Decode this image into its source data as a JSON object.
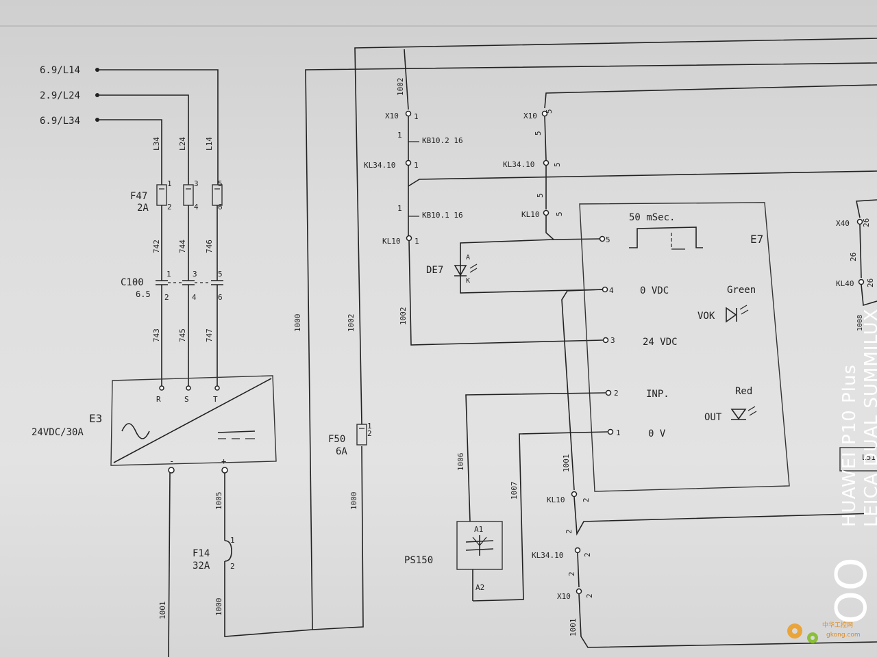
{
  "terminals_left": [
    "6.9/L14",
    "2.9/L24",
    "6.9/L34"
  ],
  "wires": {
    "l34": "L34",
    "l24": "L24",
    "l14": "L14",
    "w742": "742",
    "w744": "744",
    "w746": "746",
    "w743": "743",
    "w745": "745",
    "w747": "747",
    "w1000a": "1000",
    "w1002a": "1002",
    "w1002b": "1002",
    "w1002c": "1002",
    "w1005": "1005",
    "w1000b": "1000",
    "w1001a": "1001",
    "w1000c": "1000",
    "w1006": "1006",
    "w1007": "1007",
    "w1001b": "1001",
    "w1001c": "1001"
  },
  "fuse_f47": {
    "name": "F47",
    "rating": "2A",
    "pins": [
      "1",
      "2",
      "3",
      "4",
      "5",
      "6"
    ]
  },
  "cap_c100": {
    "name": "C100",
    "value": "6.5",
    "pins": [
      "1",
      "2",
      "3",
      "4",
      "5",
      "6"
    ]
  },
  "psu_e3": {
    "name": "E3",
    "rating": "24VDC/30A",
    "phases": [
      "R",
      "S",
      "T"
    ],
    "minus": "-",
    "plus": "+"
  },
  "fuse_f50": {
    "name": "F50",
    "rating": "6A",
    "pin1": "1",
    "pin2": "2"
  },
  "fuse_f14": {
    "name": "F14",
    "rating": "32A",
    "pin1": "1",
    "pin2": "2"
  },
  "col1": {
    "x10": "X10",
    "x10_pin": "1",
    "wire1": "1",
    "kb102": "KB10.2 16",
    "kl3410": "KL34.10",
    "kl3410_pin": "1",
    "wire1b": "1",
    "kb101": "KB10.1 16",
    "kl10": "KL10",
    "kl10_pin": "1"
  },
  "col2": {
    "x10": "X10",
    "x10_pin": "5",
    "wire5a": "5",
    "kl3410": "KL34.10",
    "kl3410_pin": "5",
    "wire5b": "5",
    "kl10": "KL10",
    "kl10_pin": "5"
  },
  "de7": {
    "name": "DE7",
    "anode": "A",
    "cathode": "K"
  },
  "e7": {
    "name": "E7",
    "timing": "50 mSec.",
    "pins": [
      {
        "num": "5",
        "label": ""
      },
      {
        "num": "4",
        "label": "0 VDC"
      },
      {
        "num": "3",
        "label": "24 VDC"
      },
      {
        "num": "2",
        "label": "INP."
      },
      {
        "num": "1",
        "label": "0 V"
      }
    ],
    "vok_color": "Green",
    "vok": "VOK",
    "out_color": "Red",
    "out": "OUT"
  },
  "ps150": {
    "name": "PS150",
    "a1": "A1",
    "a2": "A2"
  },
  "col_bottom": {
    "kl10": "KL10",
    "kl10_pin": "2",
    "wire2": "2",
    "kl3410": "KL34.10",
    "kl3410_pin": "2",
    "wire2b": "2",
    "x10": "X10",
    "x10_pin": "2"
  },
  "right_edge": {
    "x40": "X40",
    "x40_pin": "26",
    "wire26": "26",
    "kl40": "KL40",
    "kl40_pin": "26",
    "cut": "1008",
    "cut2": "L51"
  },
  "watermark": {
    "line1": "HUAWEI P10 Plus",
    "line2": "LEICA DUAL SUMMILUX",
    "badge": "OO",
    "site": "gkong.com",
    "site_cn": "中华工控网"
  }
}
